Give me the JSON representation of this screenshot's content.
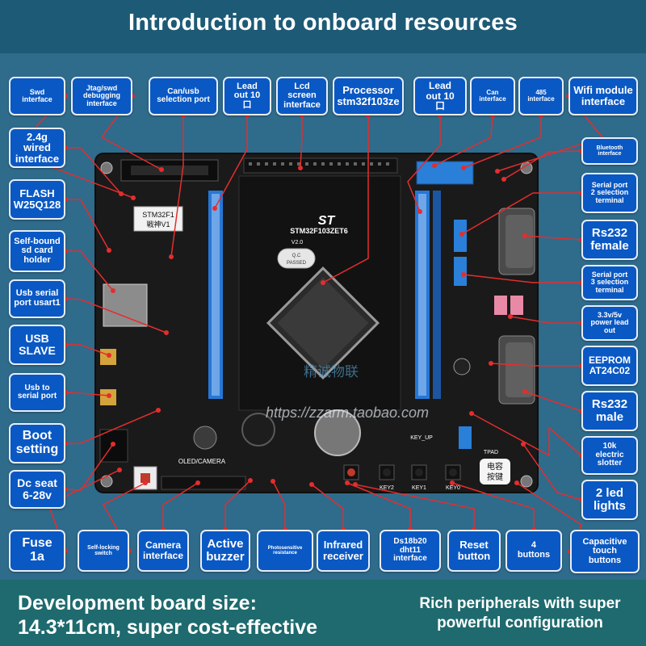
{
  "title": "Introduction to onboard resources",
  "footer": {
    "left": "Development board size:\n14.3*11cm, super cost-effective",
    "right": "Rich peripherals with super\npowerful configuration"
  },
  "board_text": {
    "chip": "STM32F103ZET6",
    "version": "V2.0",
    "qc": "Q.C\nPASSED",
    "logo": "ST",
    "badge": "STM32F1\n戦神V1",
    "watermark": "精诚物联",
    "url": "https://zzarm.taobao.com",
    "oled": "OLED/CAMERA",
    "keys": [
      "KEY_UP",
      "KEY2",
      "KEY1",
      "KEY0"
    ],
    "touch": "电容\n按键",
    "tpad": "TPAD"
  },
  "colors": {
    "background": "#2f6b8b",
    "header": "#1d5a76",
    "footer": "#1e6a6e",
    "label": "#0a58c4",
    "callout_line": "#e52d2d",
    "pcb": "#1a1a1a",
    "pin_header": "#2677d6"
  },
  "labels": [
    {
      "text": "Swd\ninterface",
      "size": 9
    },
    {
      "text": "Jtag/swd\ndebugging\ninterface",
      "size": 9
    },
    {
      "text": "Can/usb\nselection port",
      "size": 10
    },
    {
      "text": "Lead\nout 10\n口",
      "size": 11
    },
    {
      "text": "Lcd\nscreen\ninterface",
      "size": 11
    },
    {
      "text": "Processor\nstm32f103ze",
      "size": 13
    },
    {
      "text": "Lead\nout 10\n口",
      "size": 12
    },
    {
      "text": "Can\ninterface",
      "size": 8
    },
    {
      "text": "485\ninterface",
      "size": 8
    },
    {
      "text": "Wifi module\ninterface",
      "size": 13
    },
    {
      "text": "2.4g\nwired\ninterface",
      "size": 13
    },
    {
      "text": "FLASH\nW25Q128",
      "size": 13
    },
    {
      "text": "Self-bound\nsd card\nholder",
      "size": 11
    },
    {
      "text": "Usb serial\nport usart1",
      "size": 11
    },
    {
      "text": "USB\nSLAVE",
      "size": 14
    },
    {
      "text": "Usb to\nserial port",
      "size": 10
    },
    {
      "text": "Boot\nsetting",
      "size": 16
    },
    {
      "text": "Dc seat\n6-28v",
      "size": 14
    },
    {
      "text": "Bluetooth\ninterface",
      "size": 7
    },
    {
      "text": "Serial port\n2 selection\nterminal",
      "size": 9
    },
    {
      "text": "Rs232\nfemale",
      "size": 15
    },
    {
      "text": "Serial port\n3 selection\nterminal",
      "size": 9
    },
    {
      "text": "3.3v/5v\npower lead\nout",
      "size": 9
    },
    {
      "text": "EEPROM\nAT24C02",
      "size": 12
    },
    {
      "text": "Rs232\nmale",
      "size": 15
    },
    {
      "text": "10k\nelectric\nslotter",
      "size": 10
    },
    {
      "text": "2 led\nlights",
      "size": 15
    },
    {
      "text": "Capacitive\ntouch\nbuttons",
      "size": 11
    },
    {
      "text": "Fuse\n1a",
      "size": 16
    },
    {
      "text": "Self-locking\nswitch",
      "size": 7
    },
    {
      "text": "Camera\ninterface",
      "size": 12
    },
    {
      "text": "Active\nbuzzer",
      "size": 15
    },
    {
      "text": "Photosensitive resistance",
      "size": 6
    },
    {
      "text": "Infrared\nreceiver",
      "size": 13
    },
    {
      "text": "Ds18b20\ndht11\ninterface",
      "size": 10
    },
    {
      "text": "Reset\nbutton",
      "size": 13
    },
    {
      "text": "4\nbuttons",
      "size": 11
    }
  ]
}
